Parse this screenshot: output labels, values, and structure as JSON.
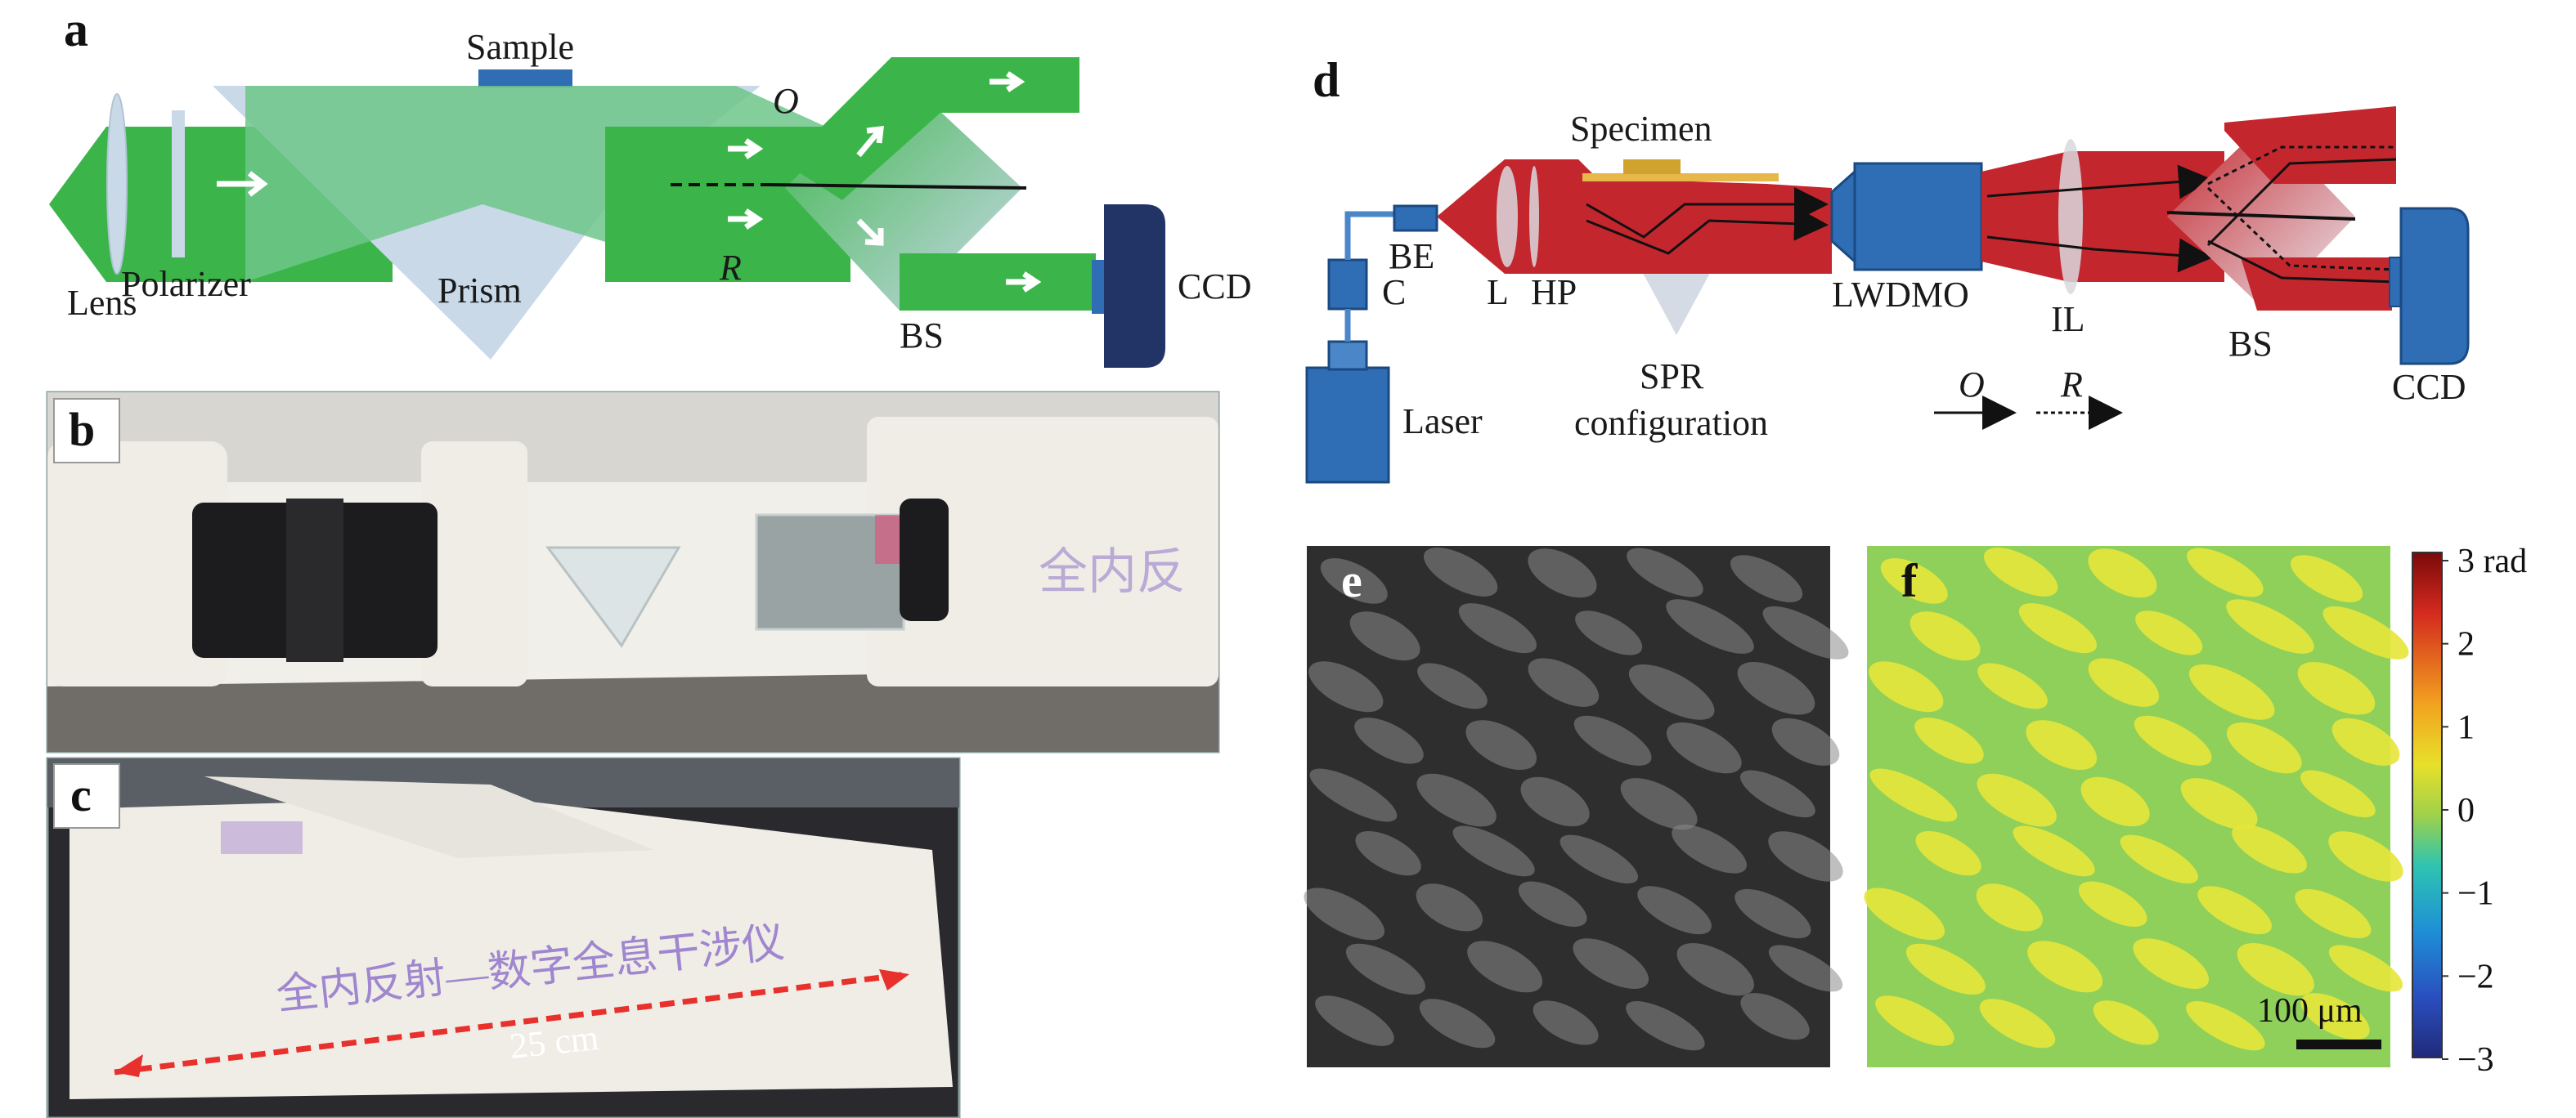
{
  "panels": {
    "a": {
      "letter": "a",
      "labels": {
        "sample": "Sample",
        "lens": "Lens",
        "polarizer": "Polarizer",
        "prism": "Prism",
        "o": "O",
        "r": "R",
        "bs": "BS",
        "ccd": "CCD"
      }
    },
    "b": {
      "letter": "b"
    },
    "c": {
      "letter": "c",
      "scale": "25 cm",
      "engraving": "全内反射—数字全息干涉仪"
    },
    "d": {
      "letter": "d",
      "labels": {
        "specimen": "Specimen",
        "be": "BE",
        "c": "C",
        "l": "L",
        "hp": "HP",
        "laser": "Laser",
        "spr_line1": "SPR",
        "spr_line2": "configuration",
        "lwdmo": "LWDMO",
        "il": "IL",
        "bs": "BS",
        "ccd": "CCD",
        "o": "O",
        "r": "R"
      }
    },
    "e": {
      "letter": "e"
    },
    "f": {
      "letter": "f",
      "scale_bar": "100 μm",
      "colorbar_ticks": [
        "3 rad",
        "2",
        "1",
        "0",
        "−1",
        "−2",
        "−3"
      ]
    }
  },
  "colors": {
    "green_beam": "#3bb54a",
    "prism_blue": "#c9d9e8",
    "ccd_navy": "#223366",
    "red_beam": "#c4262e",
    "component_blue": "#2f6db5",
    "gold": "#e6b84a"
  }
}
